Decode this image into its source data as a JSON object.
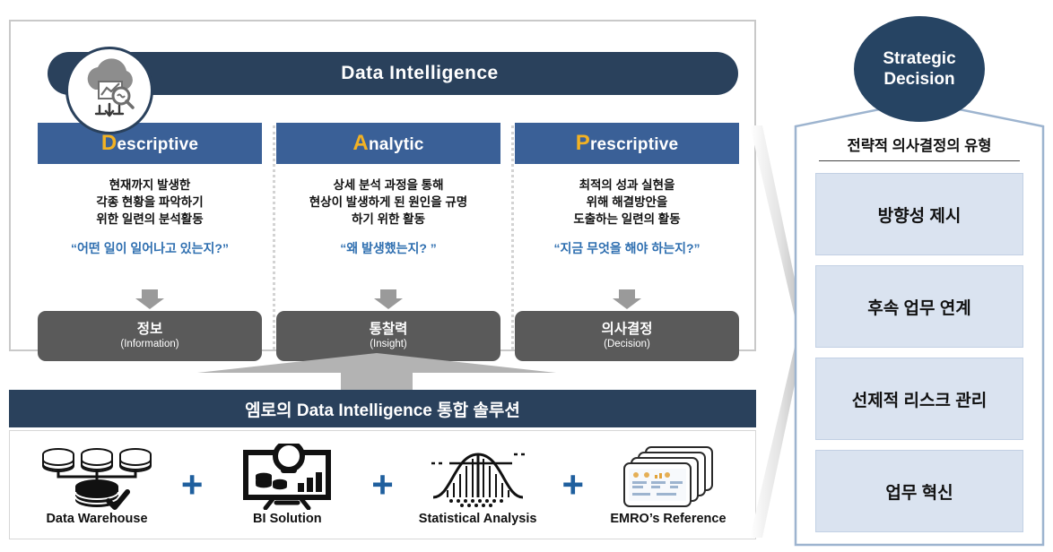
{
  "left_panel": {
    "banner": {
      "title": "Data Intelligence",
      "icon": "cloud-analytics-icon"
    },
    "columns": [
      {
        "cap": "D",
        "rest": "escriptive",
        "description": "현재까지 발생한\n각종 현황을 파악하기\n위한 일련의 분석활동",
        "question": "“어떤 일이 일어나고 있는지?”",
        "result_ko": "정보",
        "result_en": "(Information)"
      },
      {
        "cap": "A",
        "rest": "nalytic",
        "description": "상세 분석 과정을 통해\n현상이 발생하게 된 원인을 규명\n하기 위한 활동",
        "question": "“왜 발생했는지? ”",
        "result_ko": "통찰력",
        "result_en": "(Insight)"
      },
      {
        "cap": "P",
        "rest": "rescriptive",
        "description": "최적의 성과 실현을\n위해 해결방안을\n도출하는 일련의 활동",
        "question": "“지금 무엇을 해야 하는지?”",
        "result_ko": "의사결정",
        "result_en": "(Decision)"
      }
    ]
  },
  "solution": {
    "header": "엠로의 Data Intelligence 통합 솔루션",
    "items": [
      {
        "caption": "Data Warehouse",
        "icon": "database-stack-icon"
      },
      {
        "caption": "BI Solution",
        "icon": "monitor-lightbulb-chart-icon"
      },
      {
        "caption": "Statistical Analysis",
        "icon": "bell-curve-icon"
      },
      {
        "caption": "EMRO’s Reference",
        "icon": "dashboard-screens-icon"
      }
    ],
    "separator": "+"
  },
  "right_panel": {
    "circle_line1": "Strategic",
    "circle_line2": "Decision",
    "title": "전략적 의사결정의 유형",
    "types": [
      "방향성 제시",
      "후속 업무 연계",
      "선제적 리스크 관리",
      "업무 혁신"
    ]
  },
  "colors": {
    "navy": "#2a415c",
    "header_blue": "#3a6097",
    "accent_yellow": "#f3b223",
    "question_blue": "#2f6fb0",
    "result_gray": "#5a5a5a",
    "light_blue": "#dae3f0",
    "plus_blue": "#1f5f9e"
  }
}
